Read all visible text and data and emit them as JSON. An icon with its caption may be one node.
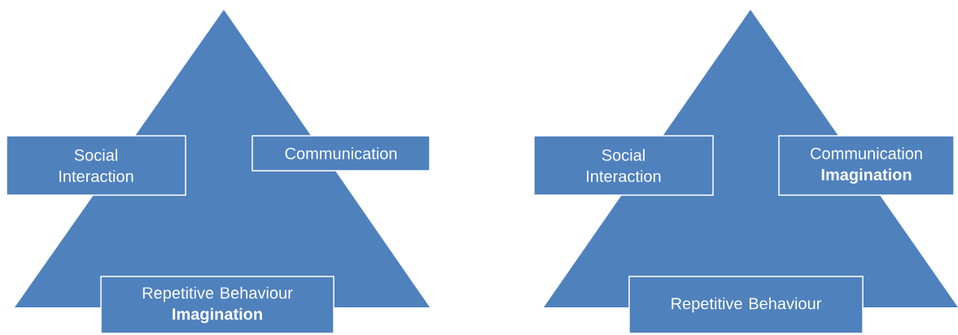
{
  "diagram": {
    "nodes": [
      {
        "text": [
          "Social Interaction"
        ]
      },
      {
        "text": [
          "Communication"
        ]
      },
      {
        "text": [
          "Repetitive Behaviour **Imagination**"
        ]
      },
      {
        "text": [
          "Social Interaction"
        ]
      },
      {
        "text": [
          "Communication **Imagination**"
        ]
      },
      {
        "text": [
          "Repetitive Behaviour"
        ]
      }
    ]
  }
}
